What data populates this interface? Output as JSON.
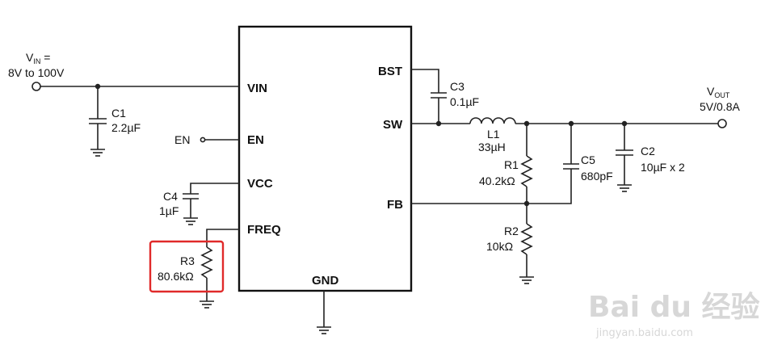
{
  "ic": {
    "pins": {
      "vin": "VIN",
      "en": "EN",
      "vcc": "VCC",
      "freq": "FREQ",
      "gnd": "GND",
      "bst": "BST",
      "sw": "SW",
      "fb": "FB"
    }
  },
  "input": {
    "label_main": "V",
    "label_sub": "IN",
    "label_suffix": " =",
    "range": "8V to 100V"
  },
  "output": {
    "label_main": "V",
    "label_sub": "OUT",
    "rating": "5V/0.8A"
  },
  "enable": {
    "label": "EN"
  },
  "components": {
    "c1": {
      "ref": "C1",
      "value": "2.2µF"
    },
    "c2": {
      "ref": "C2",
      "value": "10µF x 2"
    },
    "c3": {
      "ref": "C3",
      "value": "0.1µF"
    },
    "c4": {
      "ref": "C4",
      "value": "1µF"
    },
    "c5": {
      "ref": "C5",
      "value": "680pF"
    },
    "l1": {
      "ref": "L1",
      "value": "33µH"
    },
    "r1": {
      "ref": "R1",
      "value": "40.2kΩ"
    },
    "r2": {
      "ref": "R2",
      "value": "10kΩ"
    },
    "r3": {
      "ref": "R3",
      "value": "80.6kΩ"
    }
  },
  "highlight": {
    "color": "#e02a2a"
  },
  "watermark": {
    "logo": "Bai du 经验",
    "url": "jingyan.baidu.com"
  }
}
